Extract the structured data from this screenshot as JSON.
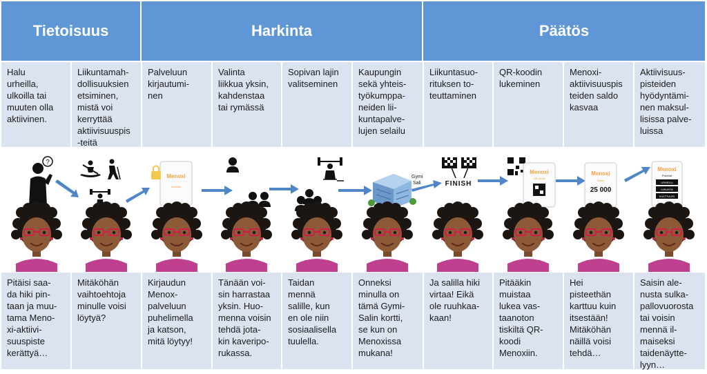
{
  "phases": [
    {
      "label": "Tietoisuus"
    },
    {
      "label": "Harkinta"
    },
    {
      "label": "Päätös"
    }
  ],
  "steps": [
    {
      "text": "Halu\nurheilla,\nulkoilla tai\nmuuten olla\naktiivinen."
    },
    {
      "text": "Liikuntamah-\ndollisuuksien\netsiminen,\nmistä voi\nkerryttää\naktiivisuuspis\n-teitä"
    },
    {
      "text": "Palveluun\nkirjautumi-\nnen"
    },
    {
      "text": "Valinta\nliikkua yksin,\nkahdenstaa\ntai rymässä"
    },
    {
      "text": "Sopivan lajin\nvalitseminen"
    },
    {
      "text": "Kaupungin\nsekä yhteis-\ntyökumppa-\nneiden lii-\nkuntapalve-\nlujen selailu"
    },
    {
      "text": "Liikuntasuo-\nrituksen to-\nteuttaminen"
    },
    {
      "text": "QR-koodin\nlukeminen"
    },
    {
      "text": "Menoxi-\naktiivisuuspis\nteiden saldo\nkasvaa"
    },
    {
      "text": "Aktiivisuus-\npisteiden\nhyödyntämi-\nnen maksul-\nlisissa palve-\nluissa"
    }
  ],
  "quotes": [
    {
      "text": "Pitäisi saa-\nda hiki pin-\ntaan ja muu-\ntama Meno-\nxi-aktiivi-\nsuuspiste\nkerättyä…"
    },
    {
      "text": "Mitäköhän\nvaihtoehtoja\nminulle voisi\nlöytyä?"
    },
    {
      "text": "Kirjaudun\nMenox-\npalveluun\npuhelimella\nja katson,\nmitä löytyy!"
    },
    {
      "text": "Tänään voi-\nsin harrastaa\nyksin. Huo-\nmenna voisin\ntehdä jota-\nkin kaveripo-\nrukassa."
    },
    {
      "text": "Taidan\nmennä\nsalille, kun\nen ole niin\nsosiaalisella\ntuulella."
    },
    {
      "text": "Onneksi\nminulla on\ntämä Gymi-\nSalin kortti,\nse kun on\nMenoxissa\nmukana!"
    },
    {
      "text": "Ja salilla hiki\nvirtaa! Eikä\nole ruuhkaa-\nkaan!"
    },
    {
      "text": "Pitääkin\nmuistaa\nlukea vas-\ntaanoton\ntiskiltä QR-\nkoodi\nMenoxiin."
    },
    {
      "text": "Hei\npisteethän\nkarttuu kuin\nitsestään!\nMitäköhän\nnäillä voisi\ntehdä…"
    },
    {
      "text": "Saisin ale-\nnusta sulka-\npallovuorosta\ntai voisin\nmennä il-\nmaiseksi\ntaidenäytte-\nlyyn…"
    }
  ],
  "screens": {
    "app_name": "Menoxi",
    "login_label": "Kirjaudu",
    "scan_label": "QR-koodi",
    "balance_caption": "Saldo",
    "balance": "25 000",
    "services_heading": "Palvelut",
    "services": [
      "URHEILU",
      "LIIKUNTA",
      "KULTTUURI"
    ]
  },
  "gym_label": "Gymi\nSali",
  "finish_label": "FINISH",
  "colors": {
    "header_bg": "#5f97d6",
    "cell_bg": "#dbe3f1",
    "arrow": "#4f86c6",
    "accent": "#f0a23c"
  }
}
